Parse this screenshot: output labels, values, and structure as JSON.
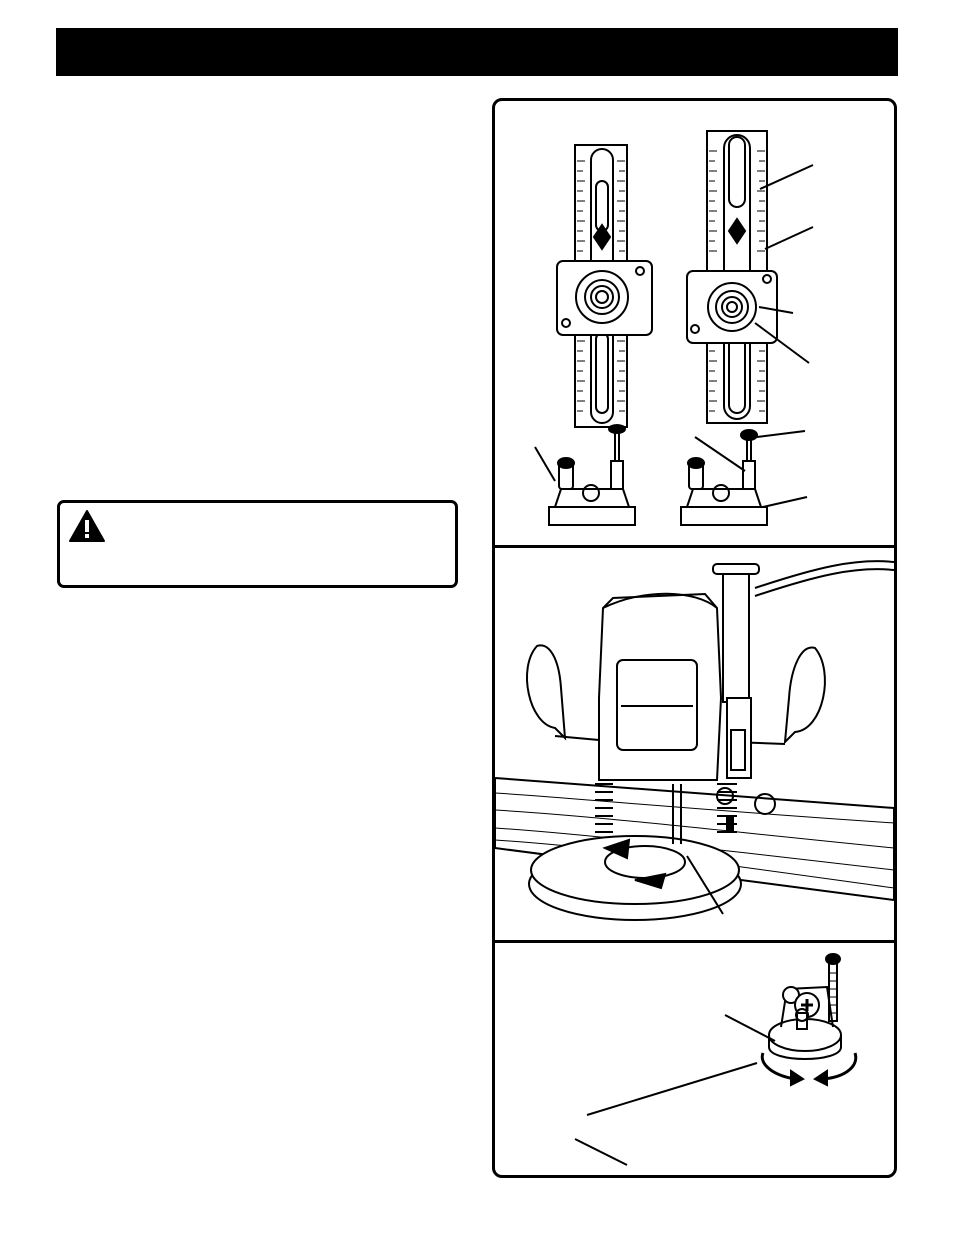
{
  "page": {
    "header_text": "",
    "warning": {
      "icon": "warning-triangle-icon",
      "text": ""
    },
    "figures": [
      {
        "name": "depth-adjustment-scale-figure",
        "callouts": []
      },
      {
        "name": "plunge-router-figure",
        "callouts": []
      },
      {
        "name": "turret-stop-figure",
        "callouts": []
      }
    ]
  },
  "colors": {
    "ink": "#000000",
    "paper": "#ffffff",
    "panel_gray": "#bfbfbf"
  }
}
